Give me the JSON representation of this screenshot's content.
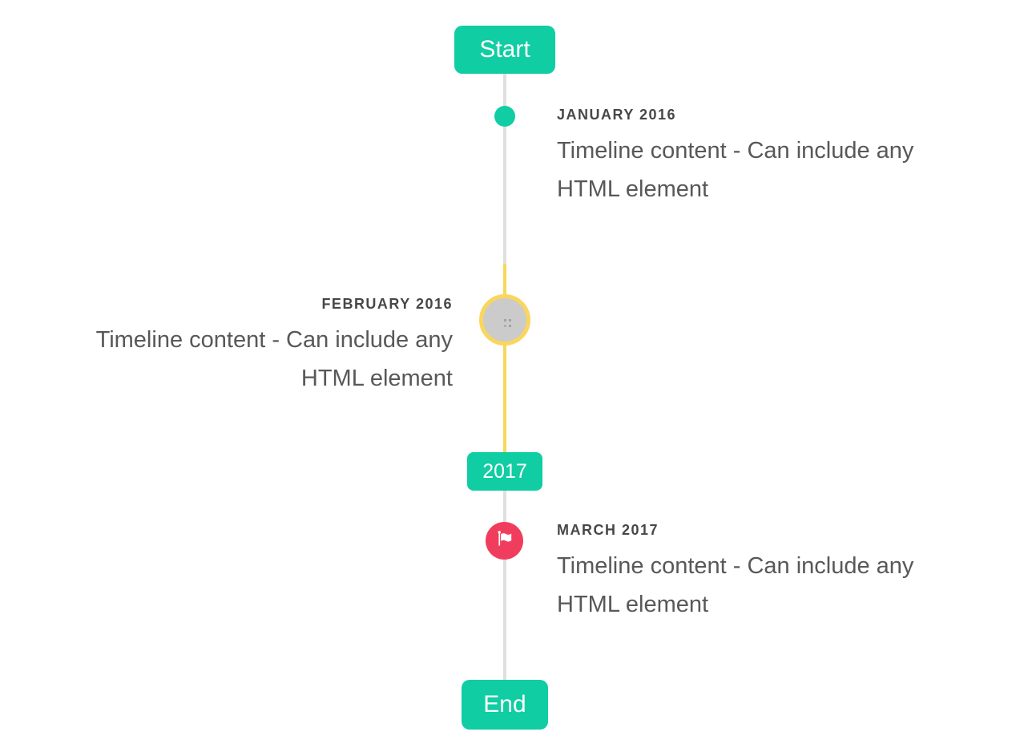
{
  "timeline": {
    "start_badge": "Start",
    "year_badge": "2017",
    "end_badge": "End",
    "events": [
      {
        "label": "JANUARY 2016",
        "content": "Timeline content - Can include any HTML element",
        "side": "right",
        "marker": "teal-dot"
      },
      {
        "label": "FEBRUARY 2016",
        "content": "Timeline content - Can include any HTML element",
        "side": "left",
        "marker": "gray-circle-yellow-ring-broken-image"
      },
      {
        "label": "MARCH 2017",
        "content": "Timeline content - Can include any HTML element",
        "side": "right",
        "marker": "red-circle-flag"
      }
    ],
    "icons": {
      "flag": "flag-icon",
      "broken_image": "broken-image-icon"
    },
    "colors": {
      "teal": "#10cda3",
      "yellow": "#fad65c",
      "red": "#f03d5e",
      "line_gray": "#dfdfdf",
      "marker_gray": "#cbcbcb",
      "label_text": "#474747",
      "content_text": "#58585a"
    }
  }
}
